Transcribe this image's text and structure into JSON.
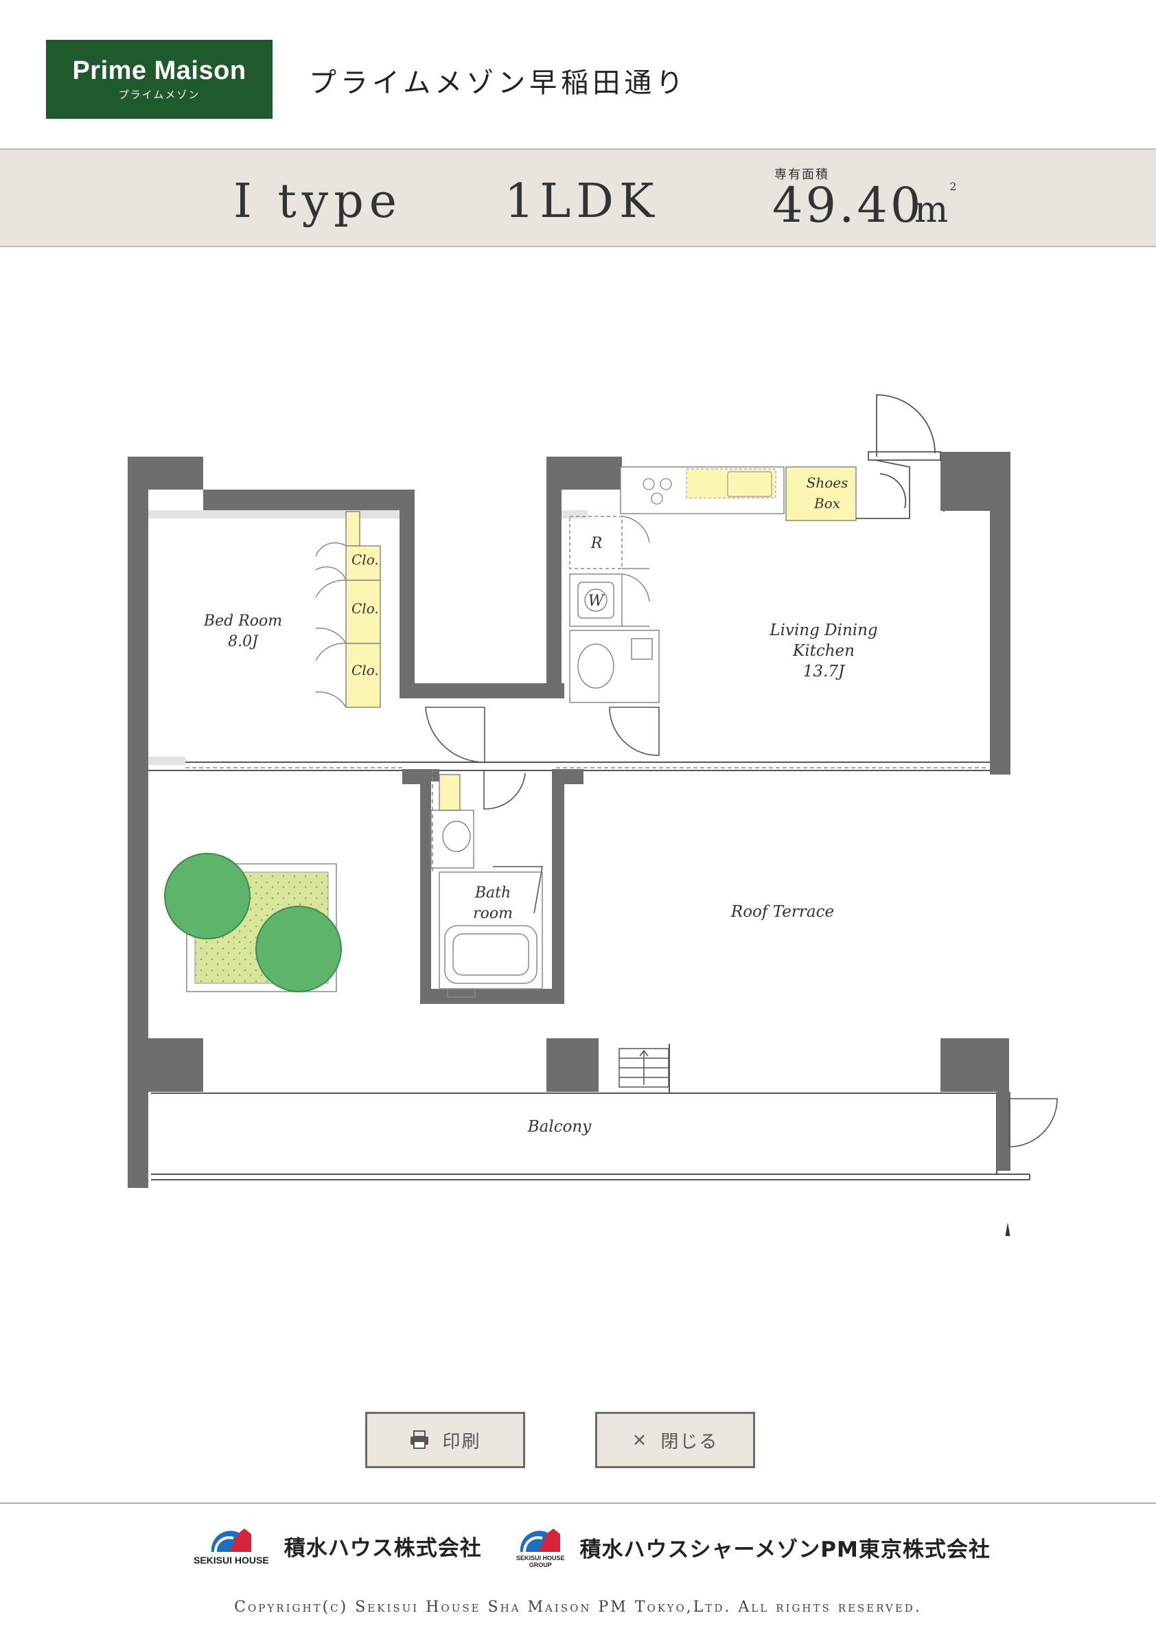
{
  "header": {
    "logo_main": "Prime Maison",
    "logo_sub": "プライムメゾン",
    "building_name": "プライムメゾン早稲田通り"
  },
  "unit": {
    "type_name": "I type",
    "layout": "1LDK",
    "area_label": "専有面積",
    "area_value": "49.40",
    "area_unit": "m",
    "area_unit_sup": "2"
  },
  "floorplan": {
    "labels": {
      "shoes_box_1": "Shoes",
      "shoes_box_2": "Box",
      "closet": "Clo.",
      "bedroom_name": "Bed Room",
      "bedroom_size": "8.0J",
      "fridge": "R",
      "washer": "W",
      "ldk_1": "Living Dining",
      "ldk_2": "Kitchen",
      "ldk_size": "13.7J",
      "bath_1": "Bath",
      "bath_2": "room",
      "roof_terrace": "Roof Terrace",
      "balcony": "Balcony",
      "north": "N"
    },
    "colors": {
      "wall": "#6e6e6e",
      "storage": "#fbf6b2",
      "tree": "#5eb46a",
      "planter": "#d8e59a"
    }
  },
  "buttons": {
    "print_label": "印刷",
    "close_label": "閉じる",
    "close_glyph": "×"
  },
  "footer": {
    "company1_mark_text": "SEKISUI HOUSE",
    "company1_name": "積水ハウス株式会社",
    "company2_mark_text_1": "SEKISUI HOUSE",
    "company2_mark_text_2": "GROUP",
    "company2_name": "積水ハウスシャーメゾンPM東京株式会社",
    "copyright": "Copyright(c) Sekisui House Sha Maison PM Tokyo,Ltd. All rights reserved."
  }
}
